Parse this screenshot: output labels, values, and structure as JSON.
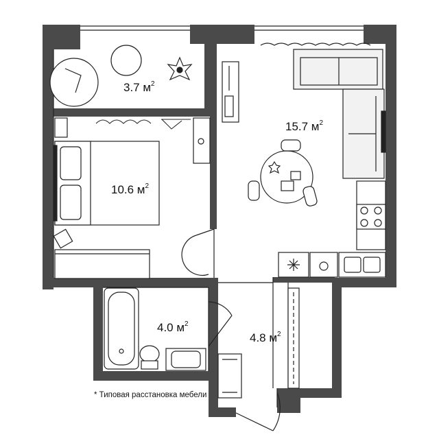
{
  "plan": {
    "colors": {
      "wall": "#4a4a4a",
      "line": "#222222",
      "furniture_fill": "#ffffff",
      "sofa_fill": "#f2f2f2"
    },
    "rooms": [
      {
        "id": "storage",
        "area": "3.7 м",
        "sup": "2"
      },
      {
        "id": "bedroom",
        "area": "10.6 м",
        "sup": "2"
      },
      {
        "id": "living-kitchen",
        "area": "15.7 м",
        "sup": "2"
      },
      {
        "id": "bathroom",
        "area": "4.0 м",
        "sup": "2"
      },
      {
        "id": "hallway",
        "area": "4.8 м",
        "sup": "2"
      }
    ],
    "note": "* Типовая расстановка мебели"
  }
}
